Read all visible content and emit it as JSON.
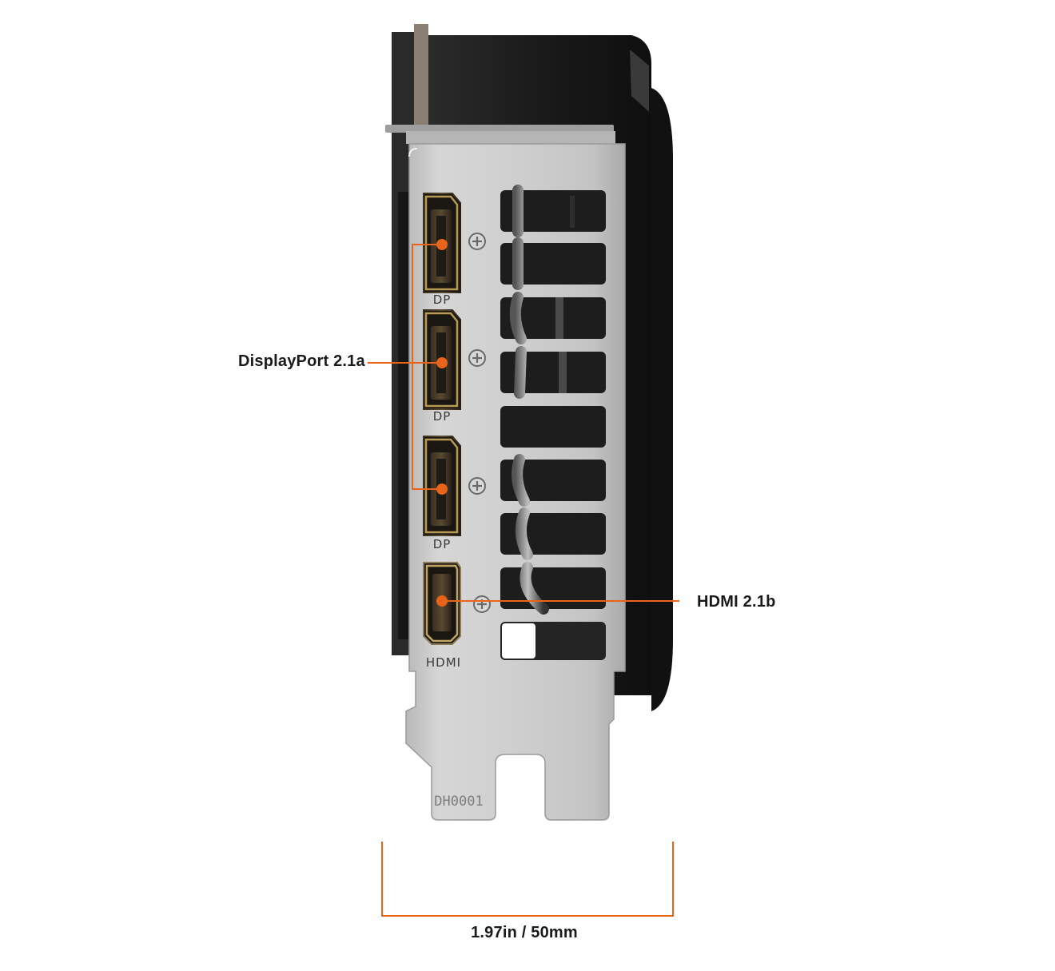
{
  "callouts": {
    "displayport": "DisplayPort 2.1a",
    "hdmi": "HDMI 2.1b",
    "width": "1.97in / 50mm"
  },
  "bracket": {
    "port_labels": [
      "DP",
      "DP",
      "DP",
      "HDMI"
    ],
    "stamp": "DH0001"
  },
  "colors": {
    "accent": "#e8641b",
    "bracket_metal": "#c9c9c9",
    "card_body": "#1c1c1c",
    "port_gold": "#b89a55"
  }
}
